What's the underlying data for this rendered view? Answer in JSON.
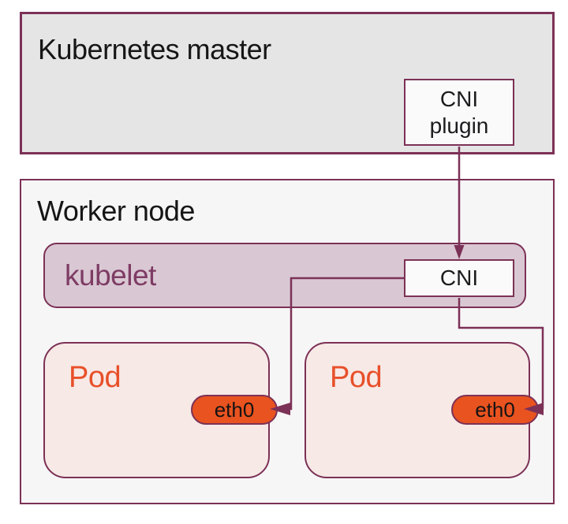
{
  "colors": {
    "accent_border": "#7c3156",
    "master_fill": "#e6e5e6",
    "worker_fill": "#f7f6f7",
    "kubelet_fill": "#d9c8d3",
    "kubelet_text": "#7e3c64",
    "pod_fill": "#f7e9e6",
    "pod_text": "#e8502a",
    "eth0_fill": "#e9531f",
    "white_box_fill": "#fbfafb",
    "heading_text": "#161616"
  },
  "diagram": {
    "master": {
      "title": "Kubernetes master"
    },
    "cni_plugin": {
      "label": "CNI plugin"
    },
    "worker": {
      "title": "Worker node"
    },
    "kubelet": {
      "label": "kubelet"
    },
    "cni": {
      "label": "CNI"
    },
    "pods": [
      {
        "label": "Pod",
        "interface": "eth0"
      },
      {
        "label": "Pod",
        "interface": "eth0"
      }
    ]
  }
}
